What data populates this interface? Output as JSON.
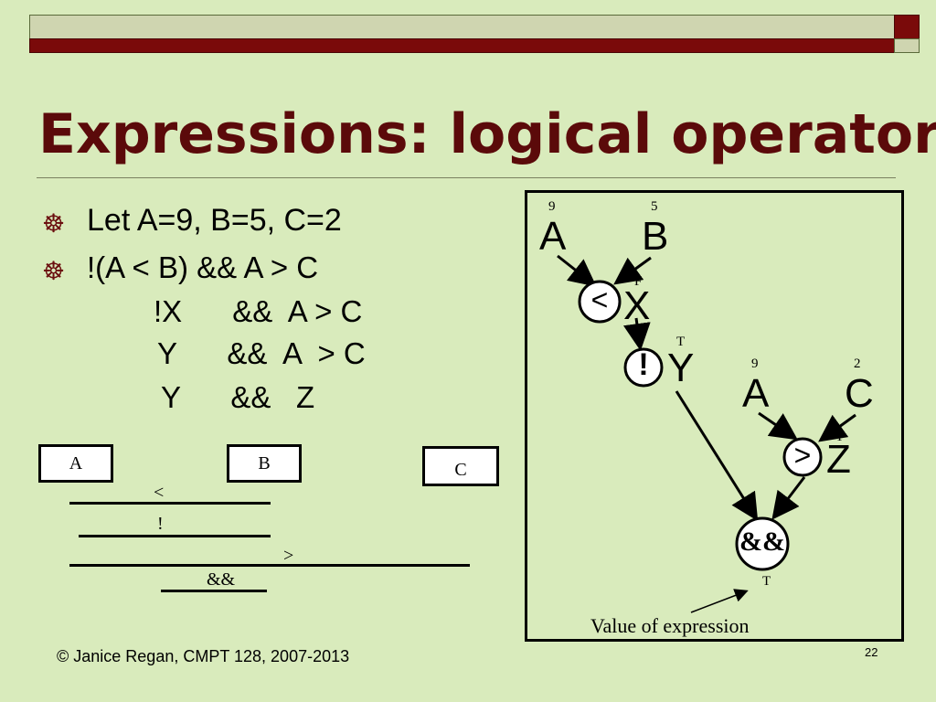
{
  "title": "Expressions: logical operators",
  "bullets": [
    "Let A=9, B=5, C=2",
    "!(A < B)  && A > C"
  ],
  "sub_lines": [
    "!X      &&  A > C",
    "Y      &&  A  > C",
    "Y      &&   Z"
  ],
  "boxes": {
    "a": "A",
    "b": "B",
    "c": "C"
  },
  "line_labels": {
    "lt": "<",
    "not": "!",
    "gt": ">",
    "and": "&&"
  },
  "tree": {
    "a_top": {
      "name": "A",
      "value": "9"
    },
    "b_top": {
      "name": "B",
      "value": "5"
    },
    "lt_op": "<",
    "x": {
      "name": "X",
      "value": "F"
    },
    "not_op": "!",
    "y": {
      "name": "Y",
      "value": "T"
    },
    "a_right": {
      "name": "A",
      "value": "9"
    },
    "c_right": {
      "name": "C",
      "value": "2"
    },
    "gt_op": ">",
    "z": {
      "name": "Z",
      "value": "T"
    },
    "and_op": "&&",
    "result_value": "T",
    "caption": "Value of expression"
  },
  "footer": "© Janice Regan, CMPT 128, 2007-2013",
  "page_number": "22",
  "colors": {
    "background": "#d9ebbc",
    "accent": "#7a0a0a",
    "title": "#5b0a0a"
  }
}
